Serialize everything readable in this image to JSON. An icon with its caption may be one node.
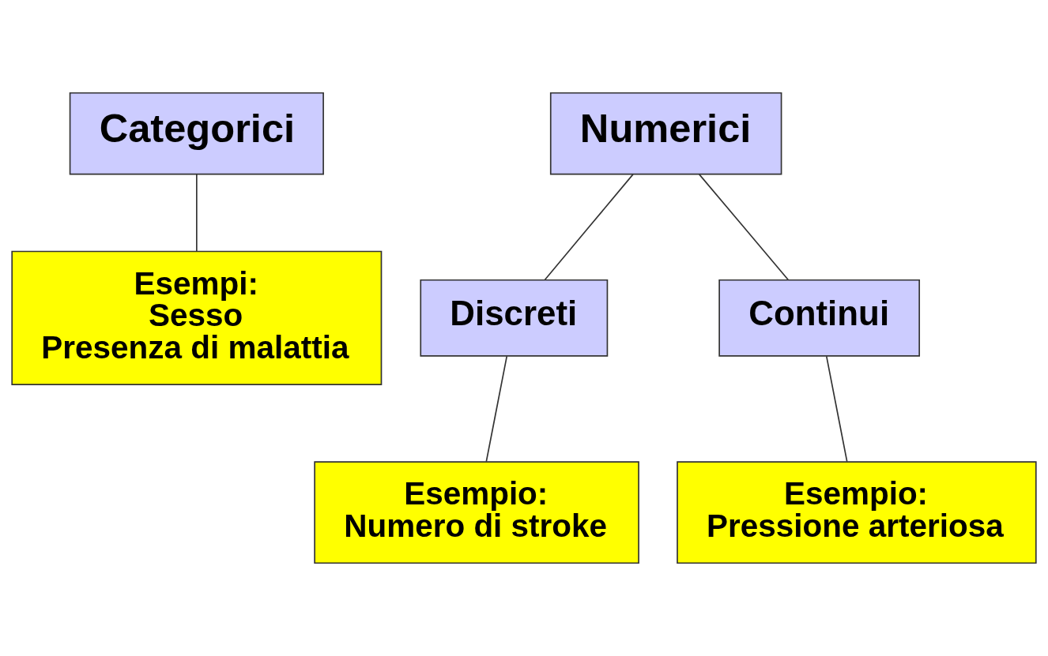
{
  "diagram": {
    "nodes": [
      {
        "text": [
          "Categorici"
        ]
      },
      {
        "text": [
          "Esempi:",
          "Sesso",
          "Presenza di malattia"
        ]
      },
      {
        "text": [
          "Numerici"
        ]
      },
      {
        "text": [
          "Discreti"
        ]
      },
      {
        "text": [
          "Continui"
        ]
      },
      {
        "text": [
          "Esempio:",
          "Numero di stroke"
        ]
      },
      {
        "text": [
          "Esempio:",
          "Pressione arteriosa"
        ]
      }
    ],
    "edges": [
      {
        "from": 0,
        "to": 1,
        "arrow": "none"
      },
      {
        "from": 2,
        "to": 3,
        "arrow": "none"
      },
      {
        "from": 2,
        "to": 4,
        "arrow": "none"
      },
      {
        "from": 3,
        "to": 5,
        "arrow": "none"
      },
      {
        "from": 4,
        "to": 6,
        "arrow": "none"
      }
    ]
  }
}
